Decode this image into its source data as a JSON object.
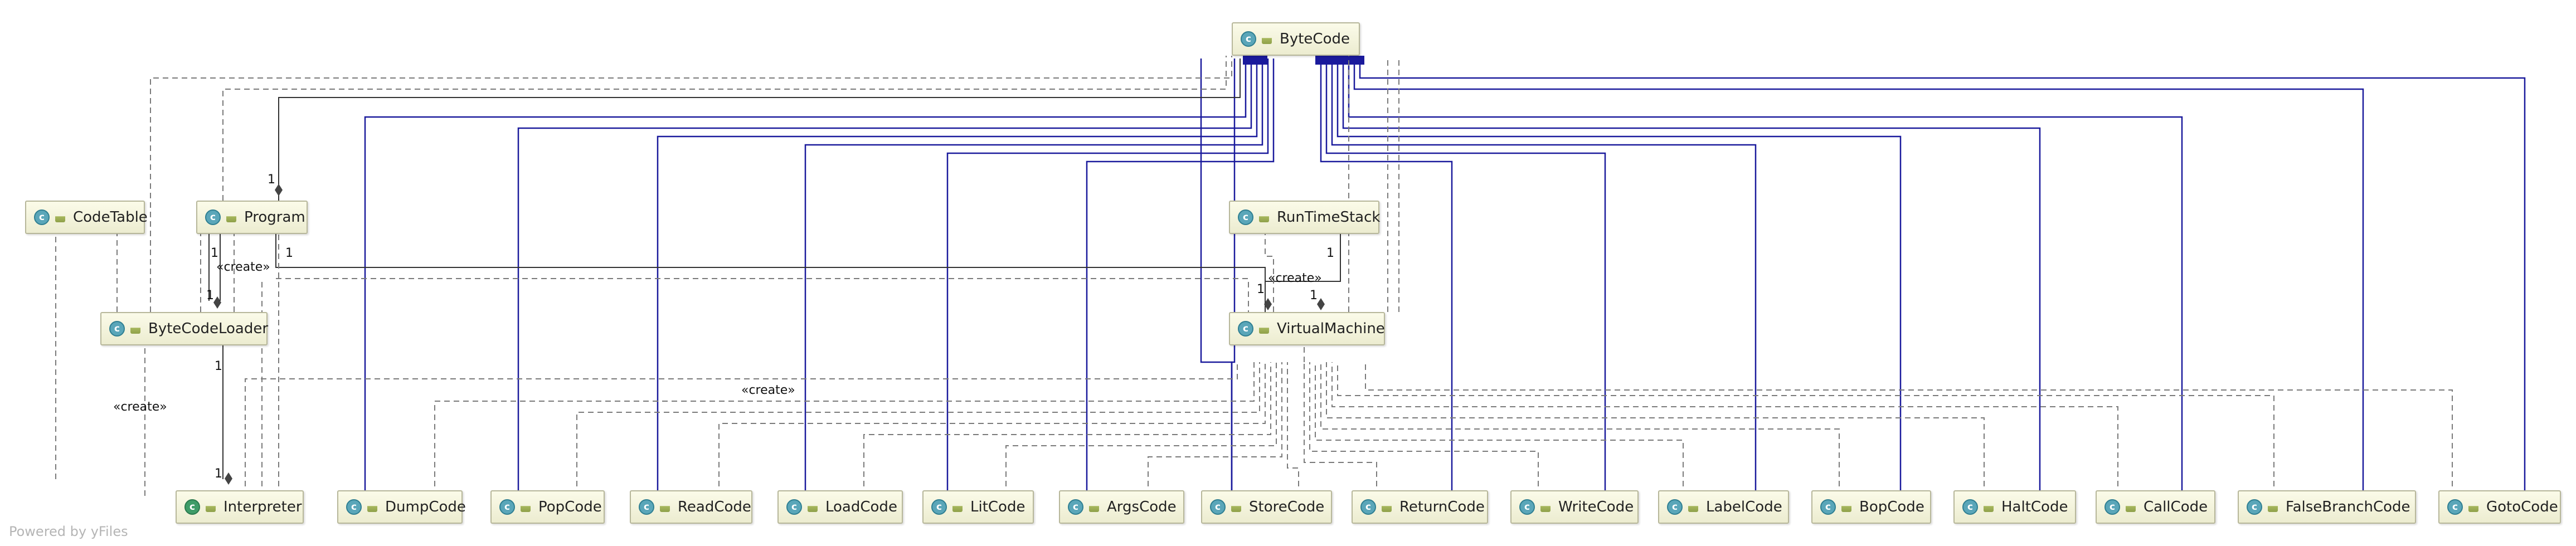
{
  "nodes": [
    {
      "id": "ByteCode",
      "label": "ByteCode",
      "icon": "class-icon"
    },
    {
      "id": "CodeTable",
      "label": "CodeTable",
      "icon": "class-icon"
    },
    {
      "id": "Program",
      "label": "Program",
      "icon": "class-icon"
    },
    {
      "id": "RunTimeStack",
      "label": "RunTimeStack",
      "icon": "class-icon"
    },
    {
      "id": "ByteCodeLoader",
      "label": "ByteCodeLoader",
      "icon": "class-icon"
    },
    {
      "id": "VirtualMachine",
      "label": "VirtualMachine",
      "icon": "class-icon"
    },
    {
      "id": "Interpreter",
      "label": "Interpreter",
      "icon": "main-class-icon"
    },
    {
      "id": "DumpCode",
      "label": "DumpCode",
      "icon": "class-icon"
    },
    {
      "id": "PopCode",
      "label": "PopCode",
      "icon": "class-icon"
    },
    {
      "id": "ReadCode",
      "label": "ReadCode",
      "icon": "class-icon"
    },
    {
      "id": "LoadCode",
      "label": "LoadCode",
      "icon": "class-icon"
    },
    {
      "id": "LitCode",
      "label": "LitCode",
      "icon": "class-icon"
    },
    {
      "id": "ArgsCode",
      "label": "ArgsCode",
      "icon": "class-icon"
    },
    {
      "id": "StoreCode",
      "label": "StoreCode",
      "icon": "class-icon"
    },
    {
      "id": "ReturnCode",
      "label": "ReturnCode",
      "icon": "class-icon"
    },
    {
      "id": "WriteCode",
      "label": "WriteCode",
      "icon": "class-icon"
    },
    {
      "id": "LabelCode",
      "label": "LabelCode",
      "icon": "class-icon"
    },
    {
      "id": "BopCode",
      "label": "BopCode",
      "icon": "class-icon"
    },
    {
      "id": "HaltCode",
      "label": "HaltCode",
      "icon": "class-icon"
    },
    {
      "id": "CallCode",
      "label": "CallCode",
      "icon": "class-icon"
    },
    {
      "id": "FalseBranchCode",
      "label": "FalseBranchCode",
      "icon": "class-icon"
    },
    {
      "id": "GotoCode",
      "label": "GotoCode",
      "icon": "class-icon"
    }
  ],
  "edge_labels": {
    "create_vm": "«create»",
    "create_program": "«create»",
    "create_loader": "«create»",
    "create_vm_interp": "«create»",
    "mult_program_top": "1",
    "mult_program_left": "1",
    "mult_program_right": "1",
    "mult_loader_a": "1",
    "mult_loader_b": "1",
    "mult_rts_a": "1",
    "mult_rts_b": "1",
    "mult_vm_a": "1",
    "mult_interp_a": "1"
  },
  "colors": {
    "inheritance": "#1a1a9c",
    "dependency": "#777777",
    "association": "#333333"
  },
  "footer": "Powered by yFiles"
}
